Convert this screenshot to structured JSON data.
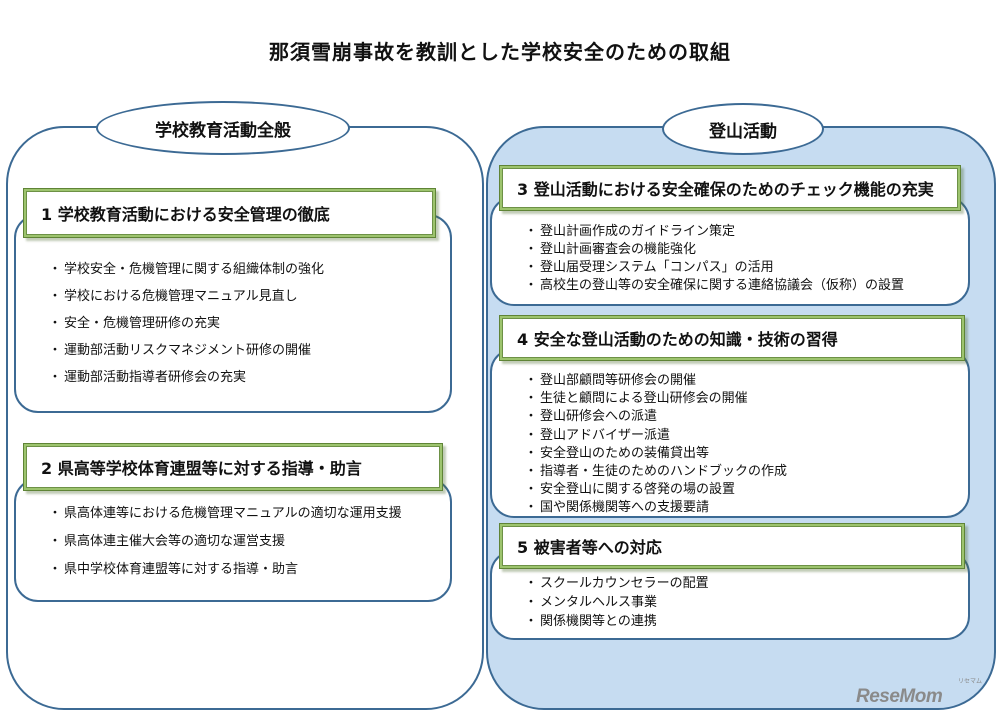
{
  "title": "那須雪崩事故を教訓とした学校安全のための取組",
  "left_column": {
    "header": "学校教育活動全般",
    "sections": [
      {
        "heading": "1 学校教育活動における安全管理の徹底",
        "items": [
          "学校安全・危機管理に関する組織体制の強化",
          "学校における危機管理マニュアル見直し",
          "安全・危機管理研修の充実",
          "運動部活動リスクマネジメント研修の開催",
          "運動部活動指導者研修会の充実"
        ]
      },
      {
        "heading": "2 県高等学校体育連盟等に対する指導・助言",
        "items": [
          "県高体連等における危機管理マニュアルの適切な運用支援",
          "県高体連主催大会等の適切な運営支援",
          "県中学校体育連盟等に対する指導・助言"
        ]
      }
    ]
  },
  "right_column": {
    "header": "登山活動",
    "sections": [
      {
        "heading": "3 登山活動における安全確保のためのチェック機能の充実",
        "items": [
          "登山計画作成のガイドライン策定",
          "登山計画審査会の機能強化",
          "登山届受理システム「コンパス」の活用",
          "高校生の登山等の安全確保に関する連絡協議会（仮称）の設置"
        ]
      },
      {
        "heading": "4 安全な登山活動のための知識・技術の習得",
        "items": [
          "登山部顧問等研修会の開催",
          "生徒と顧問による登山研修会の開催",
          "登山研修会への派遣",
          "登山アドバイザー派遣",
          "安全登山のための装備貸出等",
          "指導者・生徒のためのハンドブックの作成",
          "安全登山に関する啓発の場の設置",
          "国や関係機関等への支援要請"
        ]
      },
      {
        "heading": "5 被害者等への対応",
        "items": [
          "スクールカウンセラーの配置",
          "メンタルヘルス事業",
          "関係機関等との連携"
        ]
      }
    ]
  },
  "bullet_glyph": "・",
  "watermark": {
    "logo": "ReseMom",
    "sub": "リセマム"
  },
  "colors": {
    "frame_border": "#3c6a94",
    "right_fill": "#c6dcf1",
    "banner_border": "#9dc46e"
  }
}
